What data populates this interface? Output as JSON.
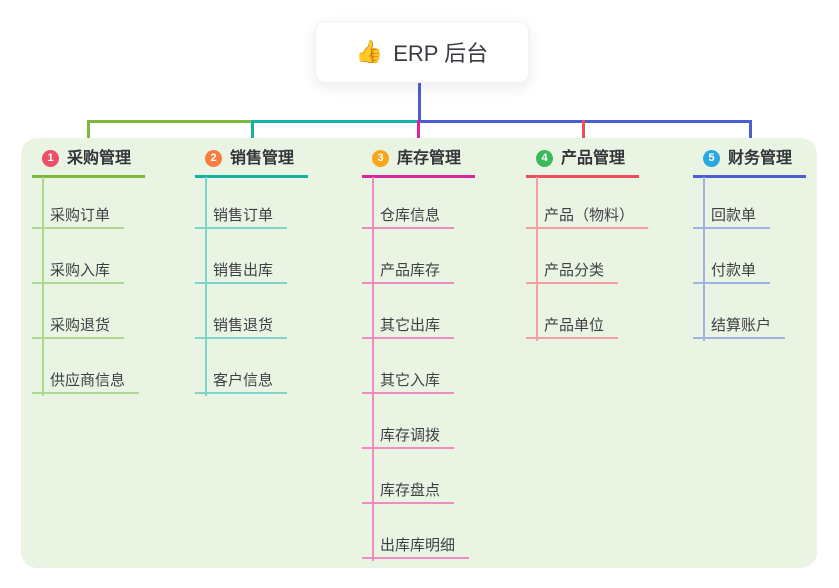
{
  "root": {
    "icon_char": "👍",
    "label": "ERP 后台"
  },
  "colors": {
    "canvas_bg": "#ffffff",
    "panel_bg": "#e9f5e2",
    "root_line": "#4a5ed2",
    "top_segments": [
      "#7cb83e",
      "#12b2a4",
      "#4a5ed2"
    ]
  },
  "branches": [
    {
      "num": "1",
      "label": "采购管理",
      "badge_color": "#ef5068",
      "accent": "#7cb83e",
      "light": "#aed98f",
      "children": [
        "采购订单",
        "采购入库",
        "采购退货",
        "供应商信息"
      ]
    },
    {
      "num": "2",
      "label": "销售管理",
      "badge_color": "#f97b3d",
      "accent": "#12b2a4",
      "light": "#7fd4cb",
      "children": [
        "销售订单",
        "销售出库",
        "销售退货",
        "客户信息"
      ]
    },
    {
      "num": "3",
      "label": "库存管理",
      "badge_color": "#f9a61a",
      "accent": "#d6279c",
      "light": "#f18cc3",
      "children": [
        "仓库信息",
        "产品库存",
        "其它出库",
        "其它入库",
        "库存调拨",
        "库存盘点",
        "出库库明细"
      ]
    },
    {
      "num": "4",
      "label": "产品管理",
      "badge_color": "#3cb95c",
      "accent": "#ee4d5a",
      "light": "#f7a0a3",
      "children": [
        "产品（物料）",
        "产品分类",
        "产品单位"
      ]
    },
    {
      "num": "5",
      "label": "财务管理",
      "badge_color": "#29a9e0",
      "accent": "#4a5ed2",
      "light": "#9fb3e6",
      "children": [
        "回款单",
        "付款单",
        "结算账户"
      ]
    }
  ]
}
